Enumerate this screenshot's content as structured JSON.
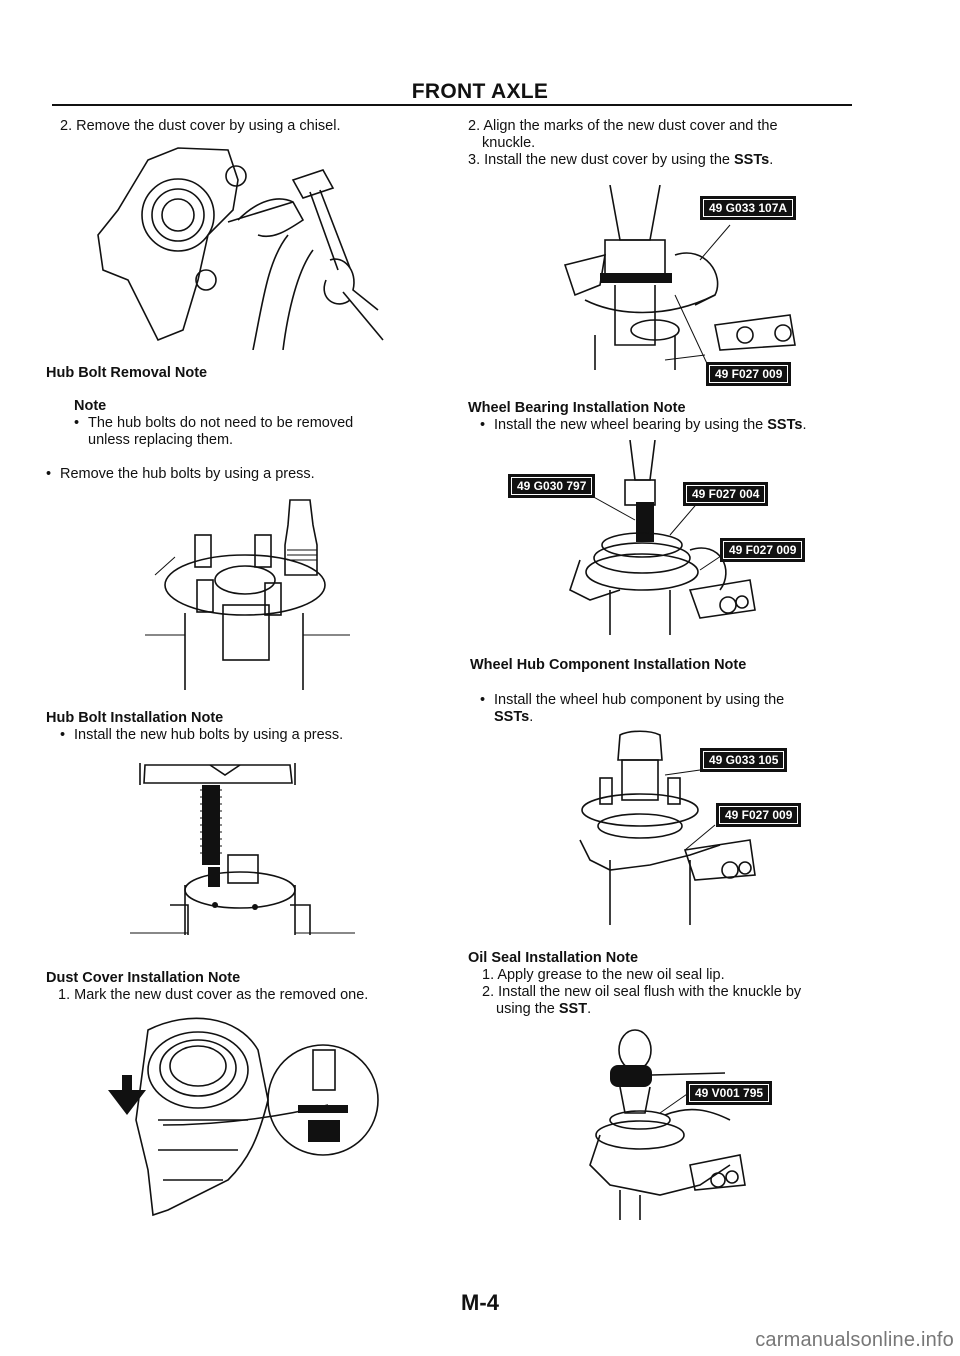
{
  "header": {
    "title": "FRONT AXLE"
  },
  "left": {
    "dust_cover_removal": "2. Remove the dust cover by using a chisel.",
    "hub_bolt_removal": {
      "heading": "Hub Bolt Removal Note",
      "note_label": "Note",
      "note_text": "The hub bolts do not need to be removed",
      "note_text_2": "unless replacing them.",
      "step": "Remove the hub bolts by using a press."
    },
    "hub_bolt_install": {
      "heading": "Hub Bolt Installation Note",
      "step": "Install the new hub bolts by using a press."
    },
    "dust_cover_install": {
      "heading": "Dust Cover Installation Note",
      "step1": "1. Mark the new dust cover as the removed one."
    }
  },
  "right": {
    "dust_cover_steps": {
      "step2_line1": "2. Align the marks of the new dust cover and the",
      "step2_line2": "knuckle.",
      "step3_prefix": "3. Install the new dust cover by using the ",
      "step3_bold": "SSTs",
      "step3_suffix": ".",
      "tools": [
        "49 G033 107A",
        "49 F027 009"
      ]
    },
    "wheel_bearing": {
      "heading": "Wheel Bearing Installation Note",
      "step_prefix": "Install the new wheel bearing by using the ",
      "step_bold": "SSTs",
      "step_suffix": ".",
      "tools": [
        "49 G030 797",
        "49 F027 004",
        "49 F027 009"
      ]
    },
    "wheel_hub": {
      "heading": "Wheel Hub Component Installation Note",
      "step_line1": "Install the wheel hub component by using the",
      "step_bold": "SSTs",
      "step_suffix": ".",
      "tools": [
        "49 G033 105",
        "49 F027 009"
      ]
    },
    "oil_seal": {
      "heading": "Oil Seal Installation Note",
      "step1": "1. Apply grease to the new oil seal lip.",
      "step2_line1": "2. Install the new oil seal flush with the knuckle by",
      "step2_prefix": "using the ",
      "step2_bold": "SST",
      "step2_suffix": ".",
      "tools": [
        "49 V001 795"
      ]
    }
  },
  "footer": {
    "page_number": "M-4"
  },
  "watermark": "carmanualsonline.info"
}
